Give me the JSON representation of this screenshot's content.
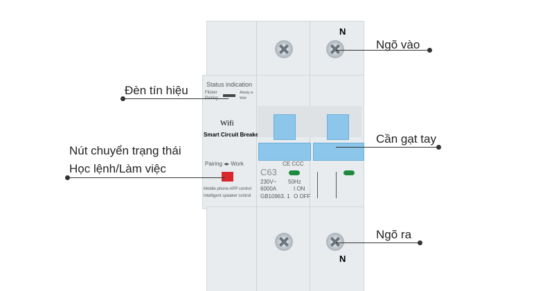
{
  "labels": {
    "input": "Ngõ vào",
    "indicator": "Đèn tín hiệu",
    "switch_line1": "Nút chuyển trạng thái",
    "switch_line2": "Học lệnh/Làm việc",
    "lever": "Cần gạt tay",
    "output": "Ngõ ra"
  },
  "device": {
    "terminal_top": "N",
    "terminal_bottom": "N",
    "status_title": "Status indication",
    "flicker": "Flicker",
    "pairing_small": "Pairing",
    "alwayson": "Alwaly w",
    "work_small": "Wok",
    "wifi": "Wifi",
    "product": "Smart Circuit Breaker",
    "pairing_work": "Pairing ◂▸ Work",
    "app1": "Mobile phone APP control",
    "app2": "Intelligent speaker control",
    "rating": "C63",
    "voltage": "230V~",
    "freq": "50Hz",
    "breaking": "6000A",
    "on": "I ON",
    "standard": "GB10963. 1",
    "off": "O OFF",
    "cert": "CE CCC"
  },
  "colors": {
    "lever": "#8cc6ea",
    "led": "#1e8a3e",
    "button": "#d9272e"
  }
}
